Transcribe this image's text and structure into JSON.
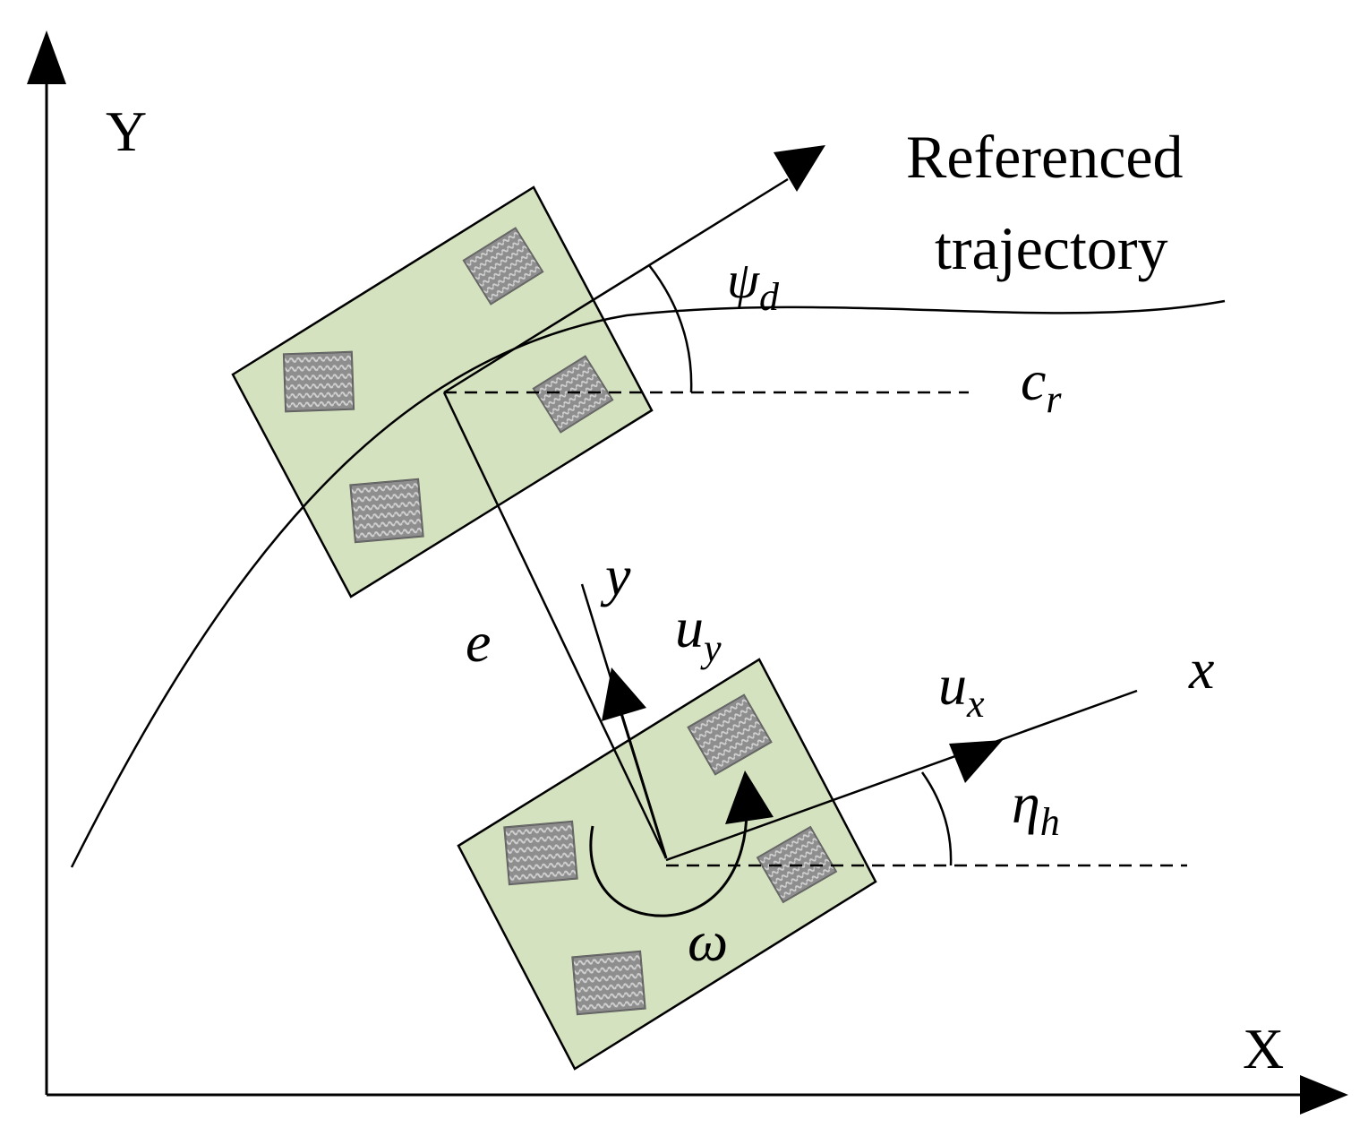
{
  "labels": {
    "axis_x": "X",
    "axis_y": "Y",
    "trajectory_line1": "Referenced",
    "trajectory_line2": "trajectory",
    "psi": "ψ",
    "psi_sub": "d",
    "c": "c",
    "c_sub": "r",
    "e": "e",
    "y_body": "y",
    "x_body": "x",
    "u": "u",
    "uy_sub": "y",
    "ux_sub": "x",
    "eta": "η",
    "eta_sub": "h",
    "omega": "ω"
  },
  "colors": {
    "vehicle_fill": "#d5e2c0",
    "wheel_fill": "#8a8a8a",
    "line": "#000000"
  },
  "icons": [
    "wheel-icon"
  ]
}
